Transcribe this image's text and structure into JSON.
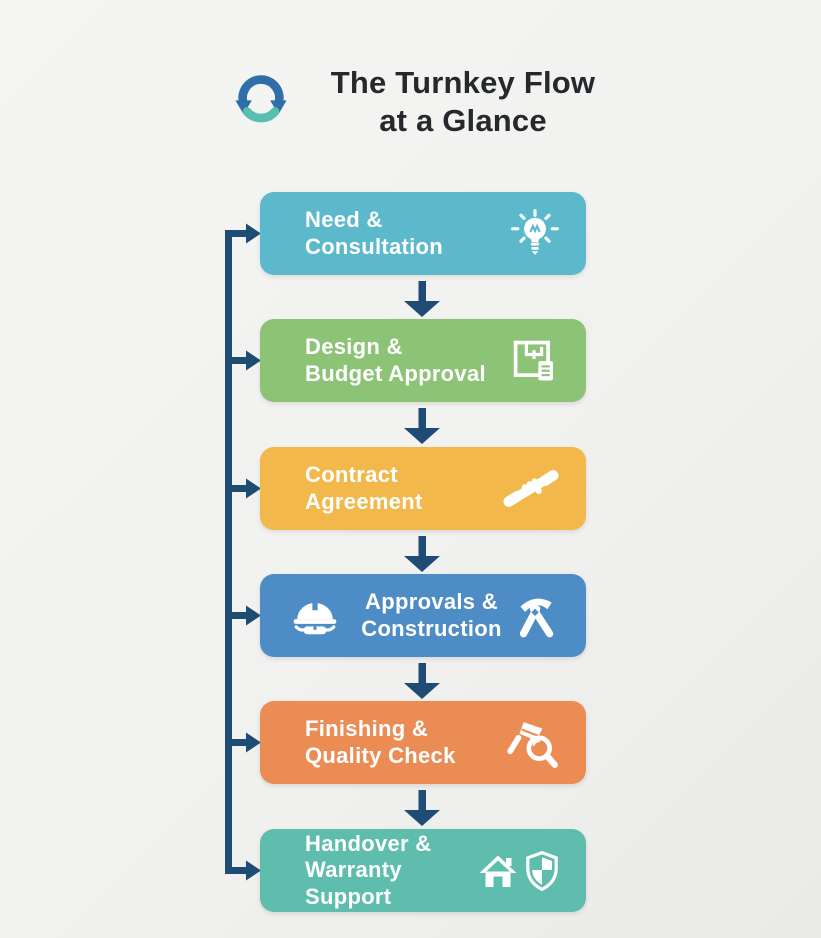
{
  "title": {
    "line1": "The Turnkey Flow",
    "line2": "at a Glance",
    "icon": "sync-cycle-icon"
  },
  "colors": {
    "background": "#f1f1ef",
    "title_text": "#25282c",
    "connector": "#1f4c74",
    "logo_blue": "#2f6ea8",
    "logo_teal": "#58bfb0",
    "label_text": "#ffffff"
  },
  "steps": [
    {
      "label": "Need &\nConsultation",
      "color": "#5cb9cb",
      "icons": [
        "lightbulb-icon"
      ]
    },
    {
      "label": "Design &\nBudget Approval",
      "color": "#8cc377",
      "icons": [
        "blueprint-icon"
      ]
    },
    {
      "label": "Contract Agreement",
      "color": "#f2b84b",
      "icons": [
        "handshake-icon"
      ]
    },
    {
      "label": "Approvals &\nConstruction",
      "color": "#4d8cc4",
      "icons": [
        "hard-hat-icon",
        "crossed-tools-icon"
      ]
    },
    {
      "label": "Finishing &\nQuality Check",
      "color": "#ec8c55",
      "icons": [
        "brush-magnifier-icon"
      ]
    },
    {
      "label": "Handover &\nWarranty Support",
      "color": "#5fbdad",
      "icons": [
        "house-icon",
        "shield-icon"
      ]
    }
  ]
}
